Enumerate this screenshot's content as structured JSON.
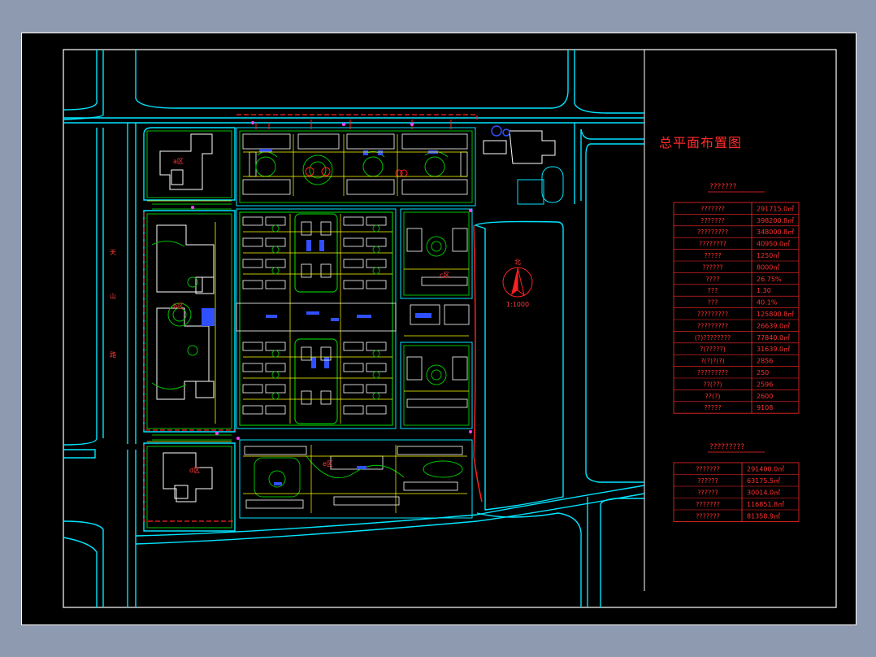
{
  "drawing_title": "总平面布置图",
  "scale_label": "1:1000",
  "north_label": "北",
  "road_label_chars": [
    "天",
    "山",
    "路"
  ],
  "zone_labels": [
    "a区",
    "b区",
    "c区",
    "d区",
    "e区"
  ],
  "table1": {
    "title": "???????",
    "rows": [
      {
        "name": "???????",
        "value": "291715.0㎡"
      },
      {
        "name": "???????",
        "value": "398200.8㎡"
      },
      {
        "name": "?????????",
        "value": "348000.8㎡"
      },
      {
        "name": "????????",
        "value": "40950.0㎡"
      },
      {
        "name": "?????",
        "value": "1250㎡"
      },
      {
        "name": "??????",
        "value": "8000㎡"
      },
      {
        "name": "????",
        "value": "26.75%"
      },
      {
        "name": "???",
        "value": "1.30"
      },
      {
        "name": "???",
        "value": "40.1%"
      },
      {
        "name": "?????????",
        "value": "125800.8㎡"
      },
      {
        "name": "?????????",
        "value": "26639.0㎡"
      },
      {
        "name": "(?)????????",
        "value": "77840.0㎡"
      },
      {
        "name": "?(?????)",
        "value": "31639.0㎡"
      },
      {
        "name": "?(?)?(?)",
        "value": "2856"
      },
      {
        "name": "?????????",
        "value": "250"
      },
      {
        "name": "??(??)",
        "value": "2596"
      },
      {
        "name": "??(?)",
        "value": "2600"
      },
      {
        "name": "?????",
        "value": "9108"
      }
    ]
  },
  "table2": {
    "title": "?????????",
    "rows": [
      {
        "name": "???????",
        "value": "291400.0㎡"
      },
      {
        "name": "??????",
        "value": "63175.5㎡"
      },
      {
        "name": "??????",
        "value": "30014.0㎡"
      },
      {
        "name": "???????",
        "value": "116851.8㎡"
      },
      {
        "name": "???????",
        "value": "81358.9㎡"
      }
    ]
  },
  "colors": {
    "background": "#8d9ab0",
    "sheet": "#000000",
    "frame": "#ffffff",
    "road": "#00e5ff",
    "greenery": "#00c000",
    "building": "#ffffff",
    "redline": "#ff2020",
    "path": "#ffff00",
    "water": "#3050ff",
    "accent": "#ff40ff"
  }
}
